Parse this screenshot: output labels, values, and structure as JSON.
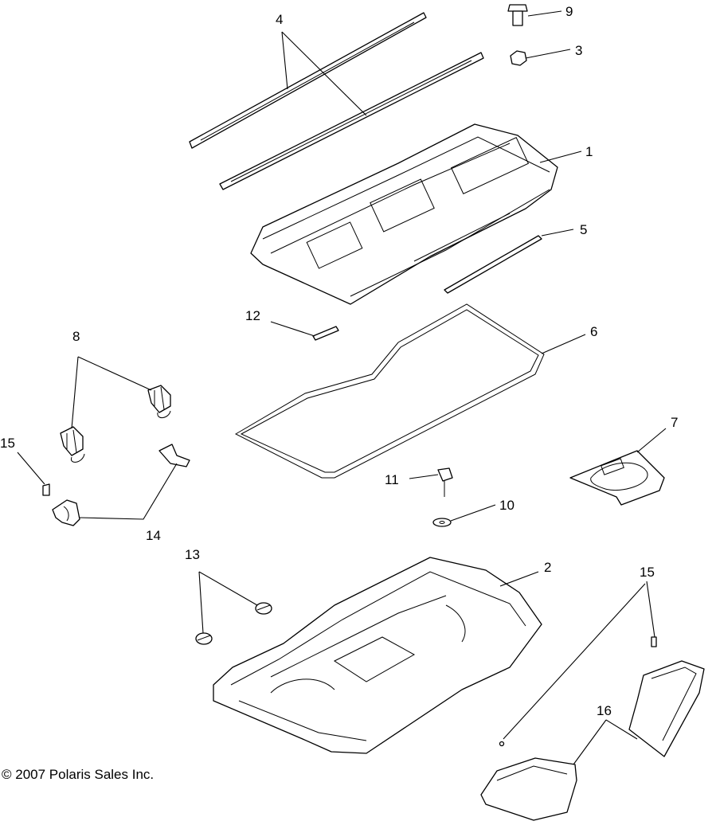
{
  "callouts": {
    "c1": "1",
    "c2": "2",
    "c3": "3",
    "c4": "4",
    "c5": "5",
    "c6": "6",
    "c7": "7",
    "c8": "8",
    "c9": "9",
    "c10": "10",
    "c11": "11",
    "c12": "12",
    "c13": "13",
    "c14": "14",
    "c15a": "15",
    "c15b": "15",
    "c16": "16"
  },
  "copyright": "© 2007 Polaris Sales Inc."
}
